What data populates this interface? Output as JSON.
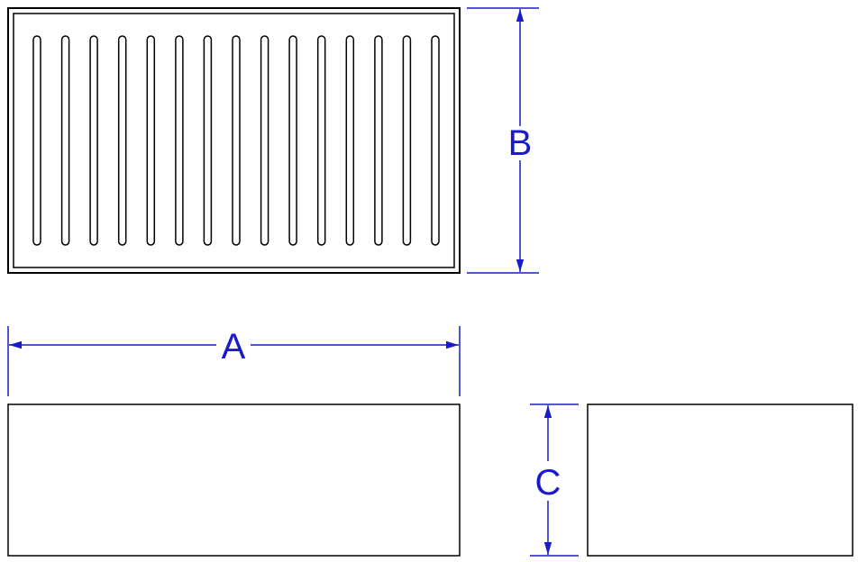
{
  "colors": {
    "outline": "#000000",
    "dimension": "#1a1acc",
    "background": "#ffffff"
  },
  "drawing": {
    "top_view": {
      "slot_count": 15
    },
    "dimensions": {
      "width_label": "A",
      "length_label": "B",
      "height_label": "C"
    }
  }
}
